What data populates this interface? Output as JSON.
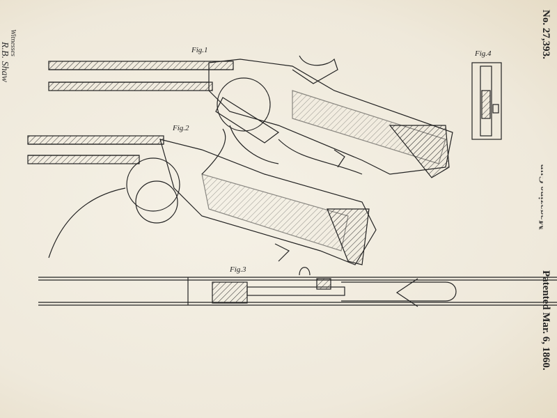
{
  "patent": {
    "number": "No. 27,393.",
    "date": "Patented Mar. 6, 1860.",
    "title_partial": "Magazine Gun."
  },
  "figures": {
    "fig1": "Fig.1",
    "fig2": "Fig.2",
    "fig3": "Fig.3",
    "fig4": "Fig.4"
  },
  "witnesses": {
    "label": "Witnesses",
    "signature": "R.B. Shaw"
  },
  "colors": {
    "paper": "#f1ecdf",
    "ink": "#222222"
  }
}
